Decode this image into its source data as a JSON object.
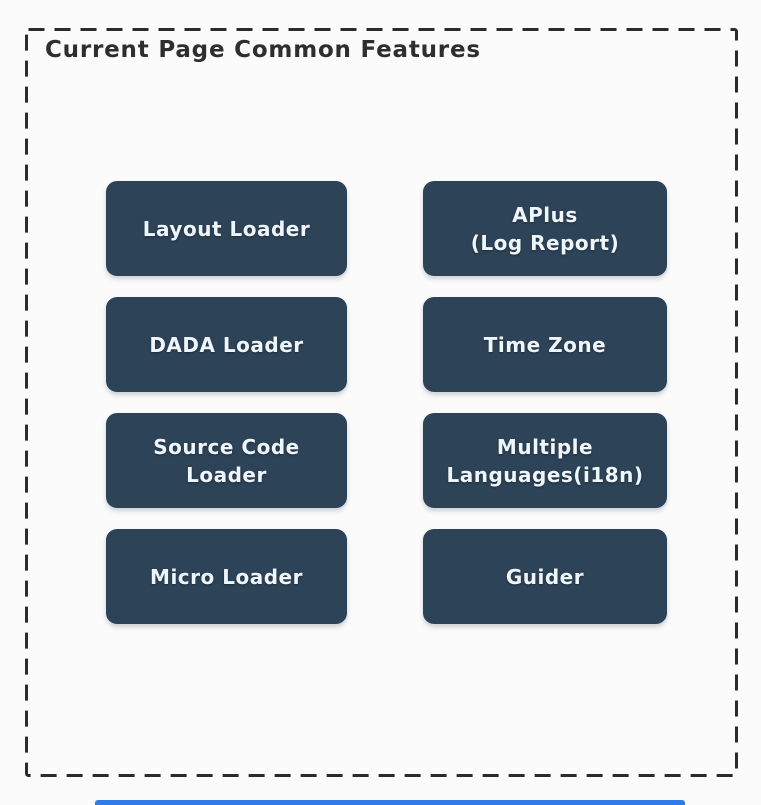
{
  "diagram": {
    "title": "Current Page Common Features"
  },
  "colors": {
    "background": "#fbfbfb",
    "frame_border": "#2b2b2b",
    "title_text": "#2e2e2e",
    "box_fill": "#2d4357",
    "box_text": "#eef6fc",
    "bottom_bar": "#2f7be8"
  },
  "features": {
    "left_column": [
      "Layout Loader",
      "DADA Loader",
      "Source Code\nLoader",
      "Micro Loader"
    ],
    "right_column": [
      "APlus\n(Log Report)",
      "Time Zone",
      "Multiple\nLanguages(i18n)",
      "Guider"
    ]
  }
}
